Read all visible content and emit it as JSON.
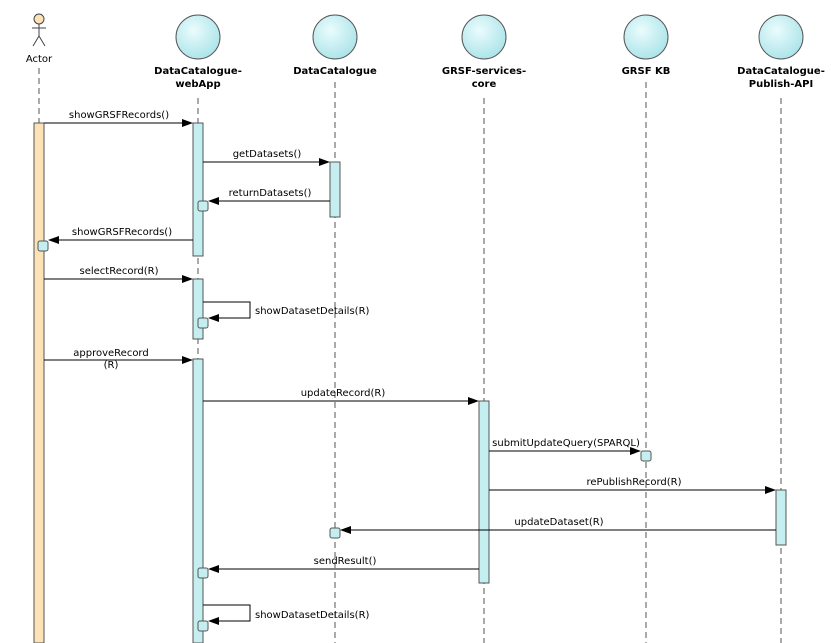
{
  "actor": {
    "label": "Actor"
  },
  "participants": [
    {
      "id": "webapp",
      "lines": [
        "DataCatalogue-",
        "webApp"
      ]
    },
    {
      "id": "catalogue",
      "lines": [
        "DataCatalogue"
      ]
    },
    {
      "id": "core",
      "lines": [
        "GRSF-services-",
        "core"
      ]
    },
    {
      "id": "kb",
      "lines": [
        "GRSF KB"
      ]
    },
    {
      "id": "publish",
      "lines": [
        "DataCatalogue-",
        "Publish-API"
      ]
    }
  ],
  "messages": [
    {
      "id": "m1",
      "lines": [
        "showGRSFRecords()"
      ]
    },
    {
      "id": "m2",
      "lines": [
        "getDatasets()"
      ]
    },
    {
      "id": "m3",
      "lines": [
        "returnDatasets()"
      ]
    },
    {
      "id": "m4",
      "lines": [
        "showGRSFRecords()"
      ]
    },
    {
      "id": "m5",
      "lines": [
        "selectRecord(R)"
      ]
    },
    {
      "id": "m6",
      "lines": [
        "showDatasetDetails(R)"
      ]
    },
    {
      "id": "m7",
      "lines": [
        "approveRecord",
        "(R)"
      ]
    },
    {
      "id": "m8",
      "lines": [
        "updateRecord(R)"
      ]
    },
    {
      "id": "m9",
      "lines": [
        "submitUpdateQuery(SPARQL)"
      ]
    },
    {
      "id": "m10",
      "lines": [
        "rePublishRecord(R)"
      ]
    },
    {
      "id": "m11",
      "lines": [
        "updateDataset(R)"
      ]
    },
    {
      "id": "m12",
      "lines": [
        "sendResult()"
      ]
    },
    {
      "id": "m13",
      "lines": [
        "showDatasetDetails(R)"
      ]
    }
  ],
  "colors": {
    "actor_activation": "#fde2b8",
    "activation": "#c5eef0",
    "entity": "#c5eef0"
  },
  "icons": {
    "actor": "stick-figure-icon",
    "participant": "entity-circle-icon"
  }
}
